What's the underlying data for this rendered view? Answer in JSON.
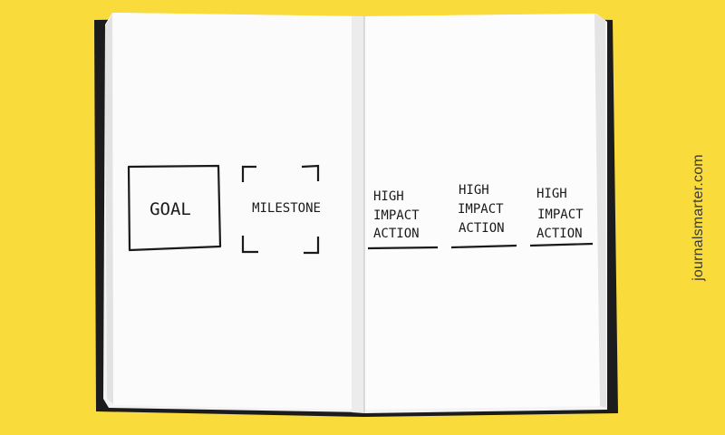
{
  "colors": {
    "background": "#f9db3b",
    "cover": "#1c1c1e",
    "page": "#fbfbfb",
    "ink": "#1a1a1a"
  },
  "notebook": {
    "goal_label": "GOAL",
    "milestone_label": "MILESTONE",
    "actions": [
      {
        "lines": [
          "HIGH",
          "IMPACT",
          "ACTION"
        ]
      },
      {
        "lines": [
          "HIGH",
          "IMPACT",
          "ACTION"
        ]
      },
      {
        "lines": [
          "HIGH",
          "IMPACT",
          "ACTION"
        ]
      }
    ]
  },
  "watermark": "journalsmarter.com"
}
